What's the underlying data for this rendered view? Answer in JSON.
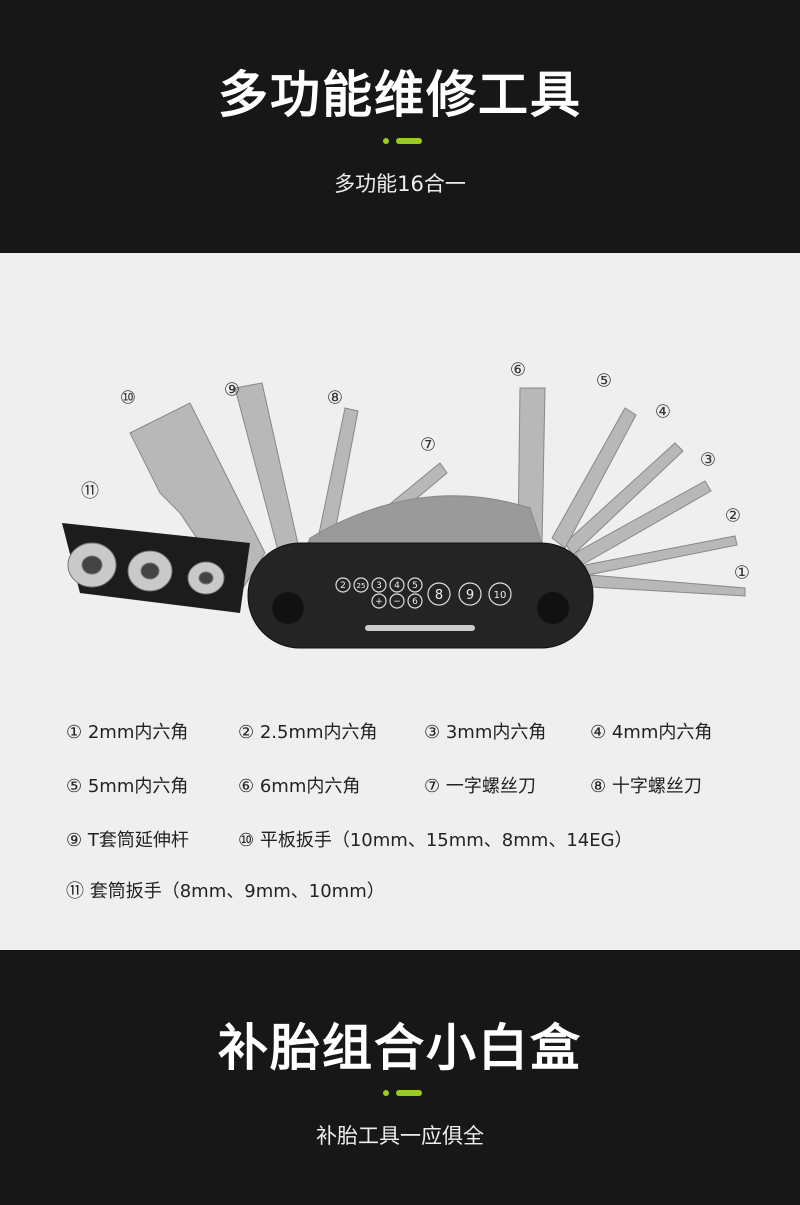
{
  "section1": {
    "title": "多功能维修工具",
    "subtitle": "多功能16合一"
  },
  "tool_markings": [
    "2",
    "2.5",
    "3",
    "4",
    "5",
    "+",
    "−",
    "6",
    "8",
    "9",
    "10"
  ],
  "callouts": [
    "①",
    "②",
    "③",
    "④",
    "⑤",
    "⑥",
    "⑦",
    "⑧",
    "⑨",
    "⑩",
    "⑪"
  ],
  "legend": [
    "① 2mm内六角",
    "② 2.5mm内六角",
    "③ 3mm内六角",
    "④ 4mm内六角",
    "⑤ 5mm内六角",
    "⑥ 6mm内六角",
    "⑦ 一字螺丝刀",
    "⑧ 十字螺丝刀",
    "⑨ T套筒延伸杆",
    "⑩ 平板扳手（10mm、15mm、8mm、14EG）",
    "⑪ 套筒扳手（8mm、9mm、10mm）"
  ],
  "section2": {
    "title": "补胎组合小白盒",
    "subtitle": "补胎工具一应俱全"
  },
  "colors": {
    "accent": "#9ccc1a",
    "dark": "#171717",
    "light": "#efefef"
  }
}
